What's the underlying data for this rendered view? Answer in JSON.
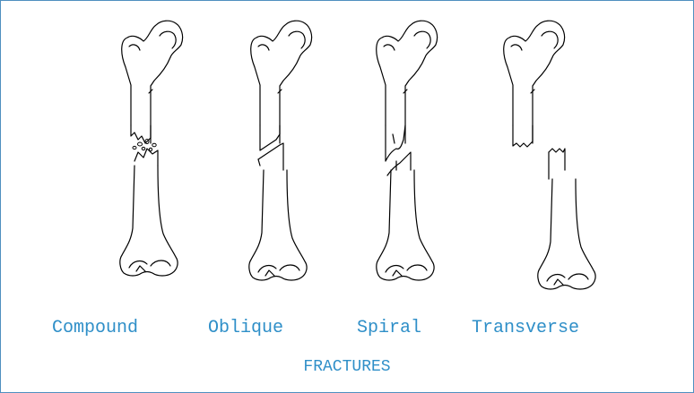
{
  "diagram": {
    "labels": [
      "Compound",
      "Oblique",
      "Spiral",
      "Transverse"
    ],
    "caption": "FRACTURES",
    "label_color": "#2f8fc8",
    "border_color": "#4f8fbf"
  }
}
